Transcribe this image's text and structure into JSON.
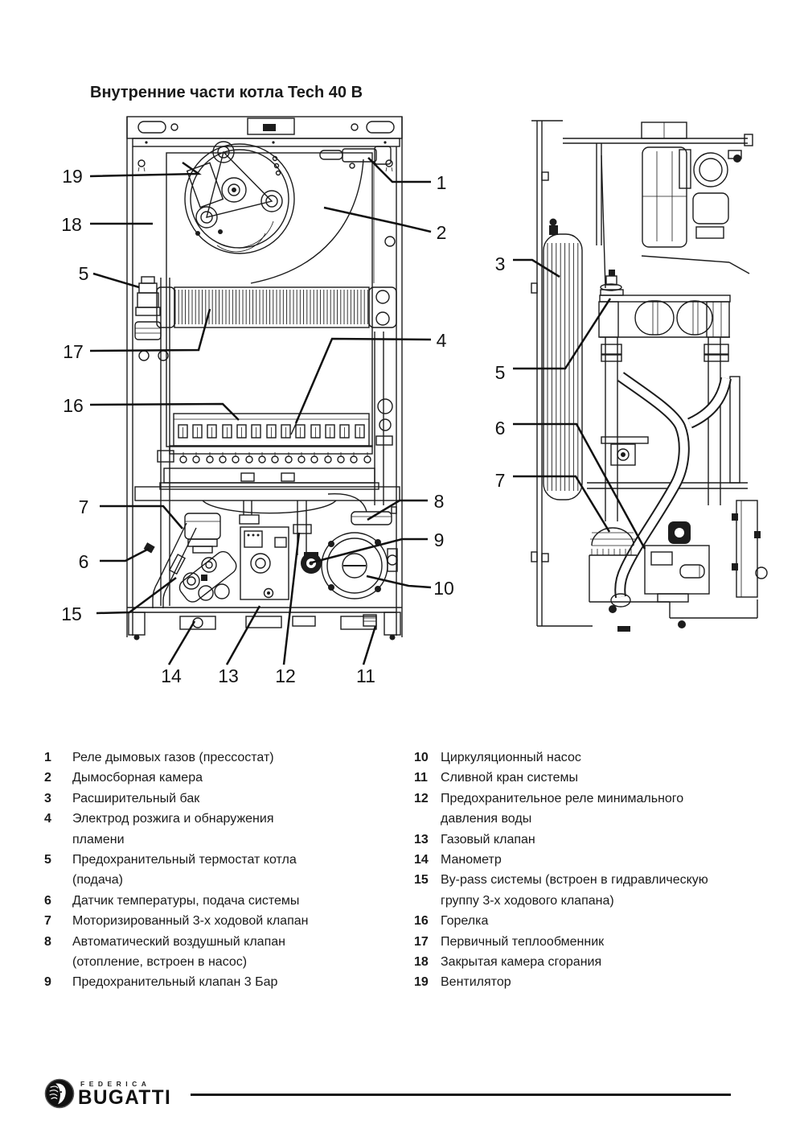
{
  "page": {
    "title": "Внутренние части котла Tech 40 B"
  },
  "callouts": {
    "n1": "1",
    "n2": "2",
    "n3": "3",
    "n4": "4",
    "n5": "5",
    "n6": "6",
    "n7": "7",
    "n8": "8",
    "n9": "9",
    "n10": "10",
    "n11": "11",
    "n12": "12",
    "n13": "13",
    "n14": "14",
    "n15": "15",
    "n16": "16",
    "n17": "17",
    "n18": "18",
    "n19": "19"
  },
  "legend": {
    "left": [
      {
        "num": "1",
        "text": "Реле дымовых газов (прессостат)"
      },
      {
        "num": "2",
        "text": "Дымосборная камера"
      },
      {
        "num": "3",
        "text": "Расширительный бак"
      },
      {
        "num": "4",
        "text": "Электрод розжига и обнаружения пламени"
      },
      {
        "num": "5",
        "text": "Предохранительный термостат котла (подача)"
      },
      {
        "num": "6",
        "text": "Датчик температуры, подача системы"
      },
      {
        "num": "7",
        "text": "Моторизированный 3-х ходовой клапан"
      },
      {
        "num": "8",
        "text": "Автоматический воздушный клапан (отопление, встроен в насос)"
      },
      {
        "num": "9",
        "text": "Предохранительный клапан 3 Бар"
      }
    ],
    "right": [
      {
        "num": "10",
        "text": "Циркуляционный насос"
      },
      {
        "num": "11",
        "text": "Сливной кран системы"
      },
      {
        "num": "12",
        "text": "Предохранительное реле минимального давления воды"
      },
      {
        "num": "13",
        "text": "Газовый клапан"
      },
      {
        "num": "14",
        "text": "Манометр"
      },
      {
        "num": "15",
        "text": "By-pass системы (встроен в гидравлическую группу 3-х ходового клапана)"
      },
      {
        "num": "16",
        "text": "Горелка"
      },
      {
        "num": "17",
        "text": "Первичный теплообменник"
      },
      {
        "num": "18",
        "text": "Закрытая камера сгорания"
      },
      {
        "num": "19",
        "text": "Вентилятор"
      }
    ]
  },
  "footer": {
    "brand_top": "FEDERICA",
    "brand": "BUGATTI"
  },
  "colors": {
    "ink": "#1a1a1a",
    "background": "#ffffff"
  }
}
